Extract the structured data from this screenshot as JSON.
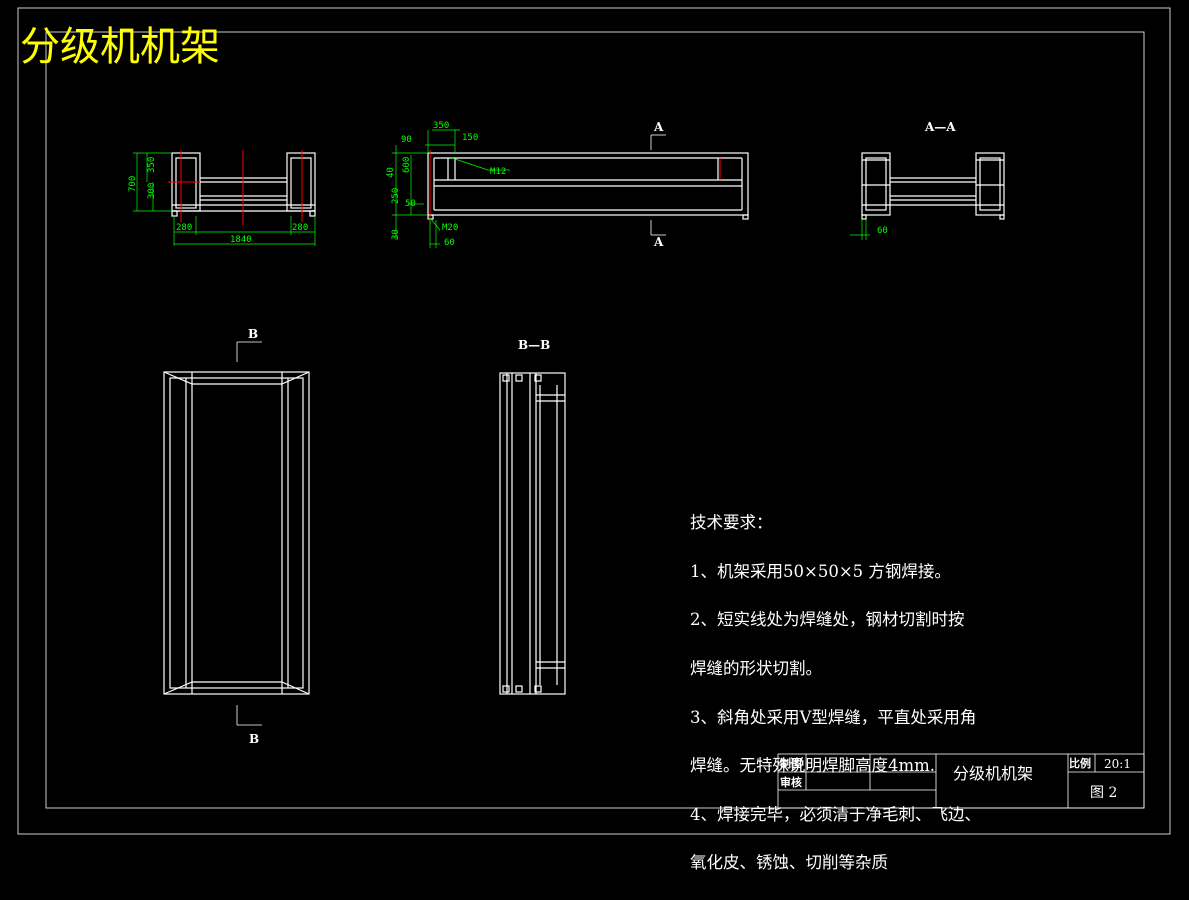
{
  "title": "分级机机架",
  "dimensions": {
    "front": {
      "h700": "700",
      "h350": "350",
      "h300": "300",
      "w280a": "280",
      "w1840": "1840",
      "w280b": "280"
    },
    "side": {
      "d350": "350",
      "d90": "90",
      "d150": "150",
      "d40": "40",
      "d600": "600",
      "m12": "M12",
      "d250": "250",
      "d50": "50",
      "d30": "30",
      "m20": "M20",
      "d60": "60"
    },
    "aa": {
      "d60": "60"
    }
  },
  "section_labels": {
    "a_top": "A",
    "a_bottom": "A",
    "aa": "A—A",
    "b_top": "B",
    "b_bottom": "B",
    "bb": "B—B"
  },
  "technical_requirements": {
    "heading": "技术要求：",
    "lines": [
      "1、机架采用50×50×5 方钢焊接。",
      "2、短实线处为焊缝处，钢材切割时按",
      "焊缝的形状切割。",
      "3、斜角处采用V型焊缝，平直处采用角",
      "焊缝。无特殊说明焊脚高度4mm.",
      "4、焊接完毕，必须清于净毛刺、飞边、",
      "氧化皮、锈蚀、切削等杂质"
    ]
  },
  "title_block": {
    "drawn_label": "制图",
    "checked_label": "审核",
    "name": "分级机机架",
    "scale_label": "比例",
    "scale_value": "20:1",
    "drawing_no": "图 2"
  },
  "colors": {
    "background": "#000000",
    "lines": "#ffffff",
    "dimensions": "#00ff00",
    "title": "#ffff00",
    "centerlines": "#ff0000"
  }
}
